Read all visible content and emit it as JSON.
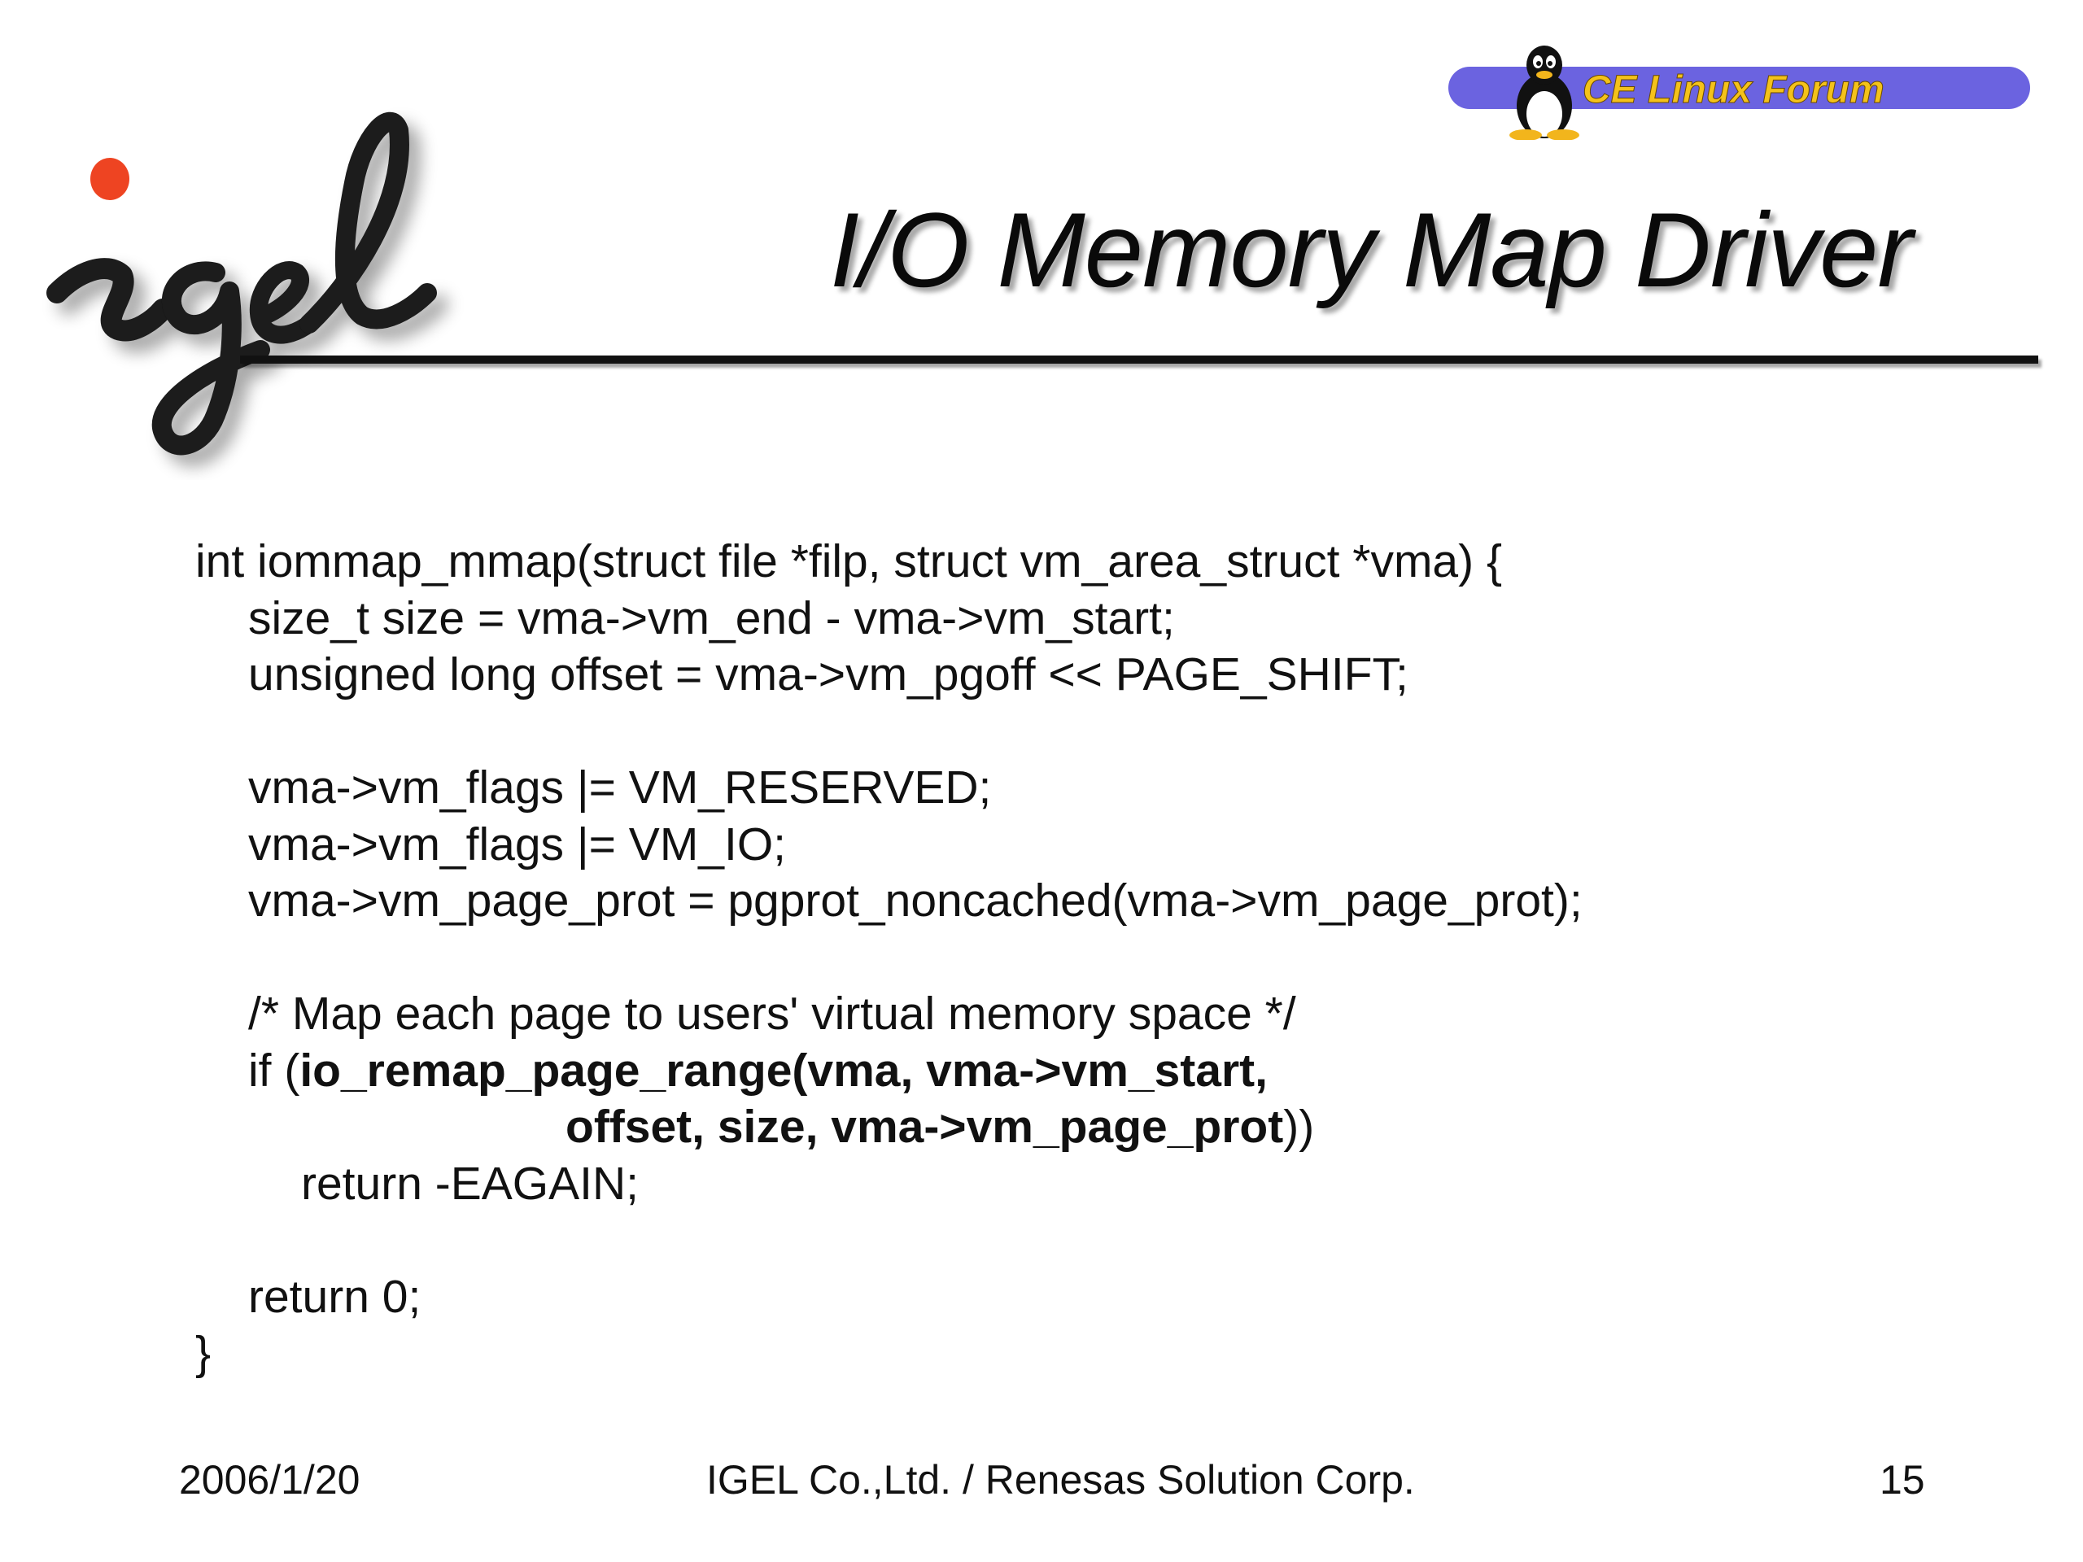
{
  "title": "I/O Memory Map Driver",
  "logo": {
    "text": "igel",
    "accent_color": "#ee4422",
    "ink_color": "#1a1a1a"
  },
  "banner": {
    "text": "CE Linux Forum",
    "color": "#6b63e0",
    "icon": "tux-penguin-icon"
  },
  "code": {
    "l1": "int iommap_mmap(struct file *filp, struct vm_area_struct *vma) {",
    "l2": "size_t size = vma->vm_end - vma->vm_start;",
    "l3": "unsigned long offset = vma->vm_pgoff << PAGE_SHIFT;",
    "l4": "vma->vm_flags |= VM_RESERVED;",
    "l5": "vma->vm_flags |= VM_IO;",
    "l6": "vma->vm_page_prot = pgprot_noncached(vma->vm_page_prot);",
    "l7": "/* Map each page to users' virtual memory space */",
    "l8_pre": "if (",
    "l8_bold": "io_remap_page_range(vma, vma->vm_start,",
    "l9_bold": "offset, size, vma->vm_page_prot",
    "l9_post": "))",
    "l10": "return -EAGAIN;",
    "l11": "return 0;",
    "l12": "}"
  },
  "footer": {
    "date": "2006/1/20",
    "company": "IGEL Co.,Ltd. / Renesas Solution Corp.",
    "page": "15"
  }
}
